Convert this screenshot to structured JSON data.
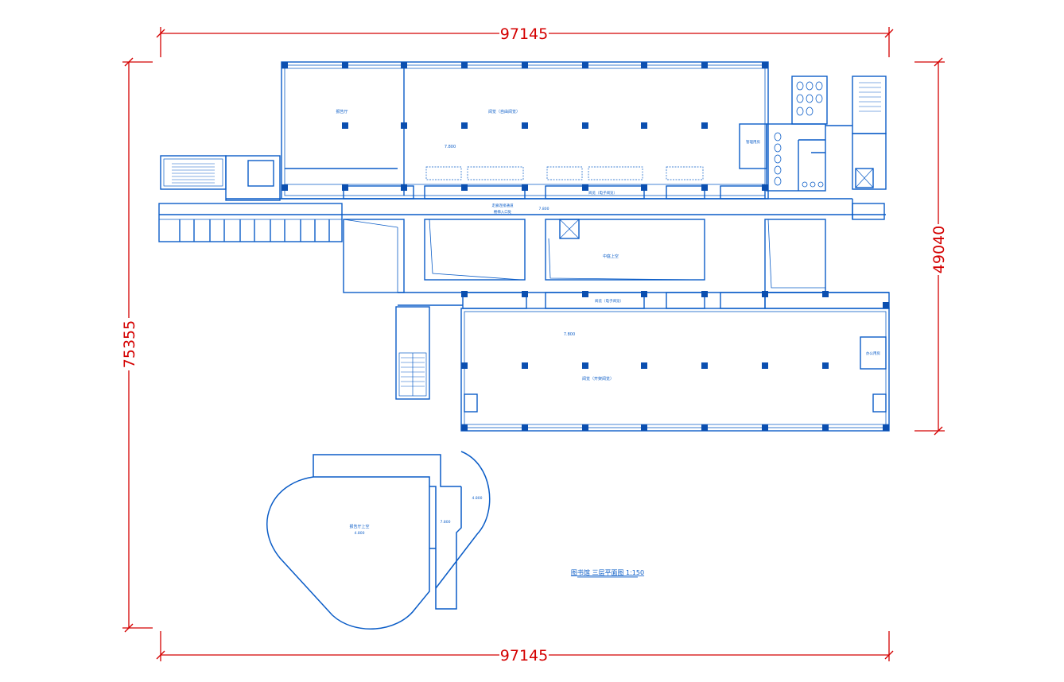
{
  "drawing": {
    "dim_top": "97145",
    "dim_bottom": "97145",
    "dim_left": "75355",
    "dim_right": "49040",
    "title_block": "图书馆  三层平面图   1:150",
    "room_labels": {
      "hall_a": "报告厅",
      "reading_north": "阅览（自由阅览）",
      "elev_north": "7.800",
      "office_east": "管理用房",
      "reading_center": "阅览（电子阅览）",
      "corridor_note_1": "走廊连接通道",
      "corridor_note_2": "楼梯入口处",
      "elev_mid": "7.800",
      "atrium": "中庭上空",
      "reading_south_strip": "阅览（电子阅览）",
      "elev_south": "7.800",
      "reading_south": "阅览（开架阅览）",
      "office_south": "办公用房",
      "auditorium": "报告厅上空",
      "elev_aud_1": "4.800",
      "elev_aud_2": "7.800",
      "elev_aud_3": "4.800"
    },
    "colors": {
      "dimension": "#d40000",
      "walls": "#0a5cc7",
      "columns": "#0b4fb0"
    }
  }
}
